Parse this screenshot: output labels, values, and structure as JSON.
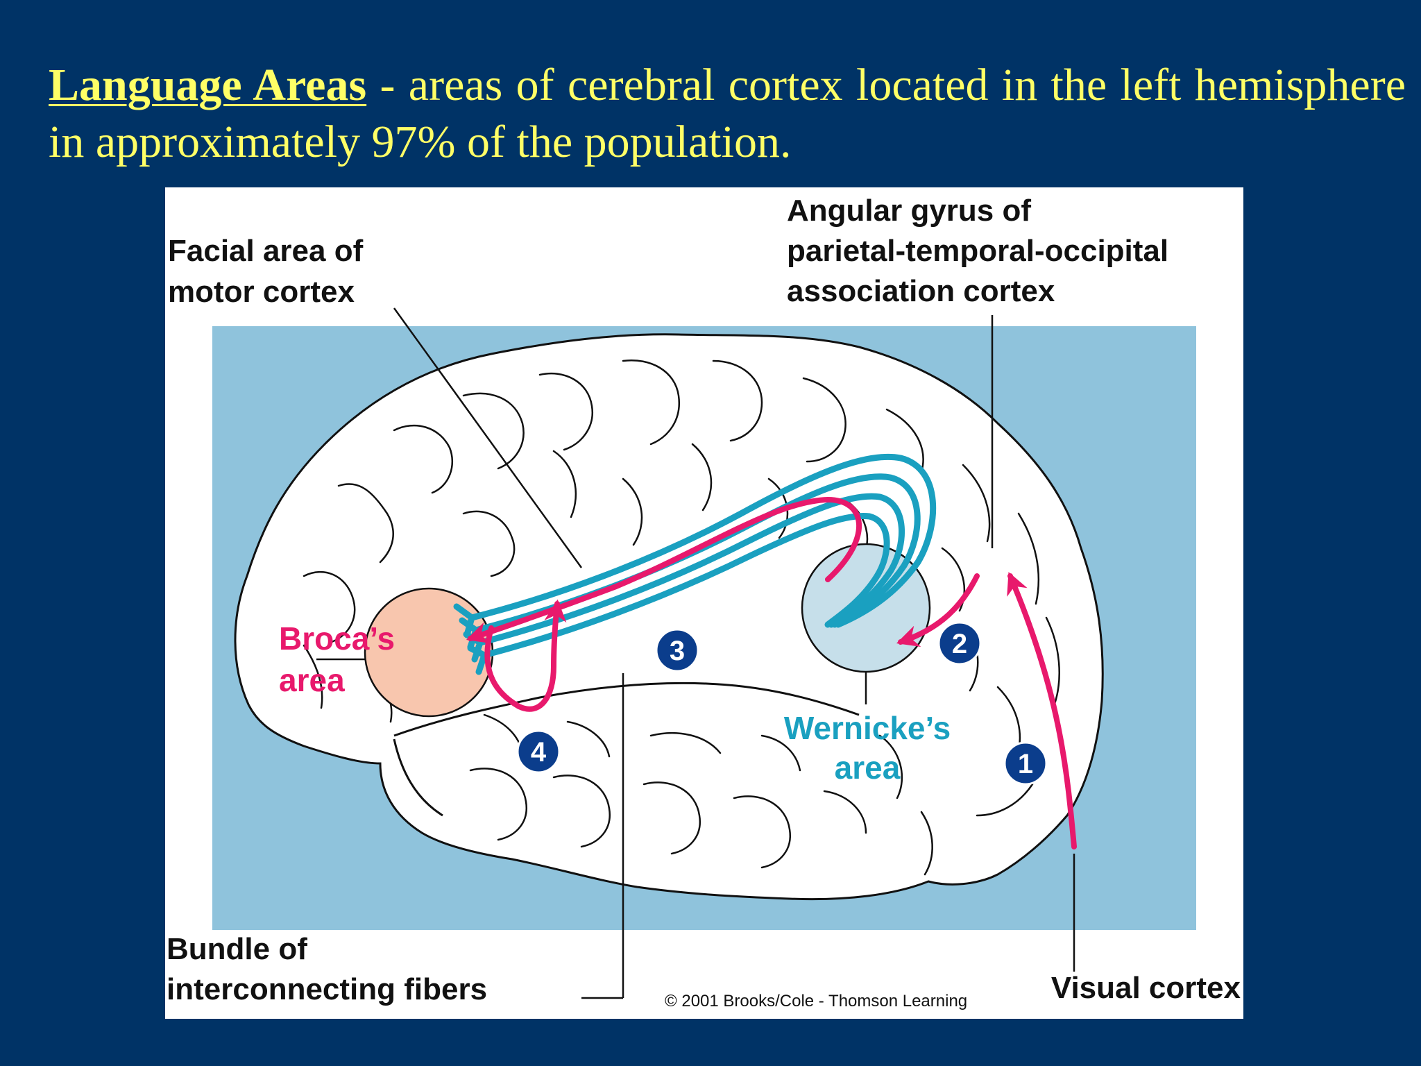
{
  "slide": {
    "term": "Language Areas",
    "dash": "-",
    "definition": "areas of cerebral cortex located in the left hemisphere in approximately 97% of the population."
  },
  "figure": {
    "labels": {
      "facial_area_line1": "Facial area of",
      "facial_area_line2": "motor cortex",
      "angular_gyrus_line1": "Angular gyrus of",
      "angular_gyrus_line2": "parietal-temporal-occipital",
      "angular_gyrus_line3": "association cortex",
      "broca_line1": "Broca’s",
      "broca_line2": "area",
      "wernicke_line1": "Wernicke’s",
      "wernicke_line2": "area",
      "bundle_line1": "Bundle of",
      "bundle_line2": "interconnecting fibers",
      "visual_cortex": "Visual cortex",
      "copyright": "© 2001 Brooks/Cole - Thomson Learning"
    },
    "steps": [
      "1",
      "2",
      "3",
      "4"
    ],
    "colors": {
      "slide_background": "#003366",
      "slide_text": "#ffff66",
      "figure_background": "#8fc3dc",
      "pathway_arrow": "#e8196c",
      "fiber_bundle": "#1aa0c0",
      "broca_fill": "#f8c6ae",
      "wernicke_fill": "#c6dfea",
      "step_marker": "#0b3d8c"
    }
  }
}
